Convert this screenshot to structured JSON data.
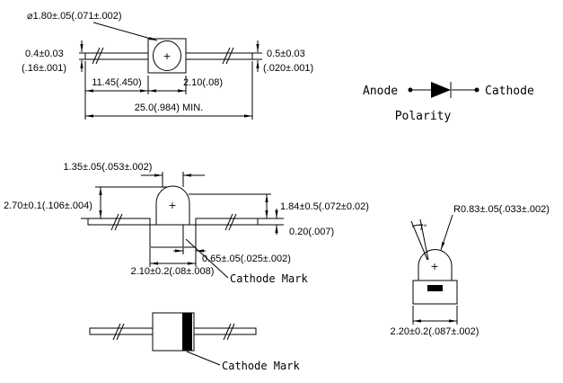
{
  "colors": {
    "ink": "#000000",
    "paper": "#ffffff"
  },
  "symbols": {
    "plus": "+"
  },
  "side_view": {
    "dia_callout": "⌀1.80±.05(.071±.002)",
    "left_lead_dim_mm": "0.4±0.03",
    "left_lead_dim_in": "(.16±.001)",
    "right_lead_dim_mm": "0.5±0.03",
    "right_lead_dim_in": "(.020±.001)",
    "lead_length_dim": "11.45(.450)",
    "body_length_dim": "2.10(.08)",
    "overall_length_dim": "25.0(.984) MIN."
  },
  "polarity": {
    "anode": "Anode",
    "cathode": "Cathode",
    "caption": "Polarity"
  },
  "front_view": {
    "top_width_dim": "1.35±.05(.053±.002)",
    "overall_height_dim": "2.70±0.1(.106±.004)",
    "dome_height_dim": "1.84±0.5(.072±0.02)",
    "lead_thickness_dim": "0.20(.007)",
    "mark_width_dim": "0.65±.05(.025±.002)",
    "body_width_dim": "2.10±0.2(.08±.008)",
    "cathode_mark_label": "Cathode Mark"
  },
  "band_view": {
    "cathode_mark_label": "Cathode Mark"
  },
  "detail_view": {
    "radius_callout": "R0.83±.05(.033±.002)",
    "angle_label": "7°",
    "base_width_dim": "2.20±0.2(.087±.002)"
  }
}
